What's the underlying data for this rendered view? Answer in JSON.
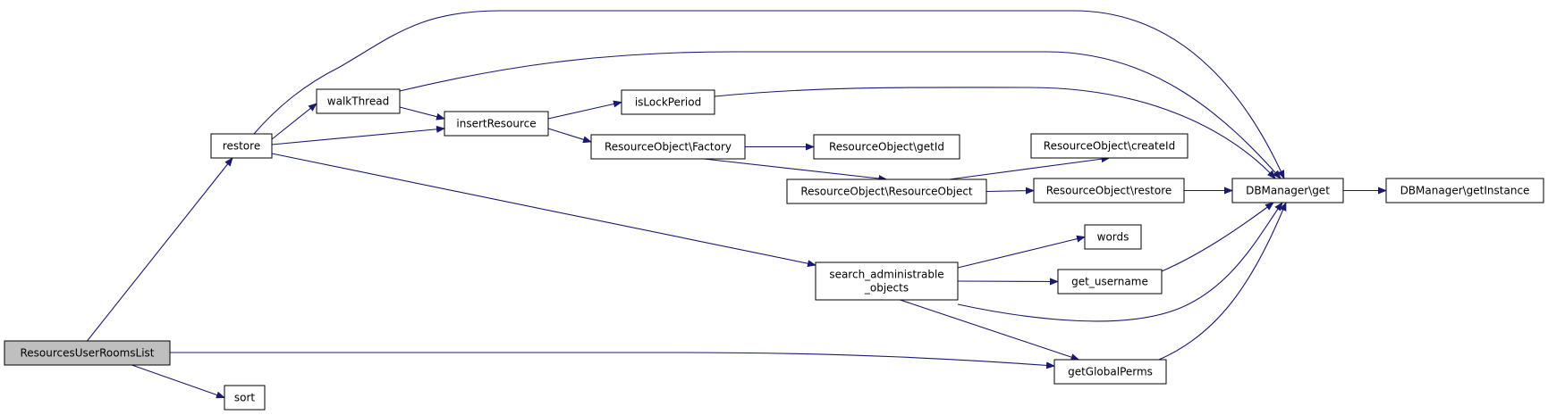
{
  "diagram": {
    "type": "call-graph",
    "edge_color": "#191970",
    "root_fill": "#bfbfbf",
    "node_fill": "#ffffff",
    "nodes": [
      {
        "id": "ResourcesUserRoomsList",
        "label": "ResourcesUserRoomsList",
        "root": true
      },
      {
        "id": "restore",
        "label": "restore"
      },
      {
        "id": "sort",
        "label": "sort"
      },
      {
        "id": "walkThread",
        "label": "walkThread"
      },
      {
        "id": "insertResource",
        "label": "insertResource"
      },
      {
        "id": "isLockPeriod",
        "label": "isLockPeriod"
      },
      {
        "id": "FactoryRO",
        "label": "ResourceObject\\Factory"
      },
      {
        "id": "getIdRO",
        "label": "ResourceObject\\getId"
      },
      {
        "id": "createIdRO",
        "label": "ResourceObject\\createId"
      },
      {
        "id": "ResourceObjectRO",
        "label": "ResourceObject\\ResourceObject"
      },
      {
        "id": "restoreRO",
        "label": "ResourceObject\\restore"
      },
      {
        "id": "DBget",
        "label": "DBManager\\get"
      },
      {
        "id": "DBgetInstance",
        "label": "DBManager\\getInstance"
      },
      {
        "id": "words",
        "label": "words"
      },
      {
        "id": "search",
        "label": "search_administrable\n_objects"
      },
      {
        "id": "get_username",
        "label": "get_username"
      },
      {
        "id": "getGlobalPerms",
        "label": "getGlobalPerms"
      }
    ],
    "edges": [
      {
        "from": "ResourcesUserRoomsList",
        "to": "restore"
      },
      {
        "from": "ResourcesUserRoomsList",
        "to": "sort"
      },
      {
        "from": "ResourcesUserRoomsList",
        "to": "getGlobalPerms"
      },
      {
        "from": "restore",
        "to": "walkThread"
      },
      {
        "from": "restore",
        "to": "insertResource"
      },
      {
        "from": "restore",
        "to": "DBget"
      },
      {
        "from": "restore",
        "to": "search"
      },
      {
        "from": "walkThread",
        "to": "insertResource"
      },
      {
        "from": "walkThread",
        "to": "DBget"
      },
      {
        "from": "insertResource",
        "to": "isLockPeriod"
      },
      {
        "from": "insertResource",
        "to": "FactoryRO"
      },
      {
        "from": "isLockPeriod",
        "to": "DBget"
      },
      {
        "from": "FactoryRO",
        "to": "getIdRO"
      },
      {
        "from": "FactoryRO",
        "to": "ResourceObjectRO"
      },
      {
        "from": "ResourceObjectRO",
        "to": "createIdRO"
      },
      {
        "from": "ResourceObjectRO",
        "to": "restoreRO"
      },
      {
        "from": "restoreRO",
        "to": "DBget"
      },
      {
        "from": "DBget",
        "to": "DBgetInstance"
      },
      {
        "from": "search",
        "to": "words"
      },
      {
        "from": "search",
        "to": "get_username"
      },
      {
        "from": "search",
        "to": "DBget"
      },
      {
        "from": "search",
        "to": "getGlobalPerms"
      },
      {
        "from": "get_username",
        "to": "DBget"
      },
      {
        "from": "getGlobalPerms",
        "to": "DBget"
      }
    ]
  }
}
